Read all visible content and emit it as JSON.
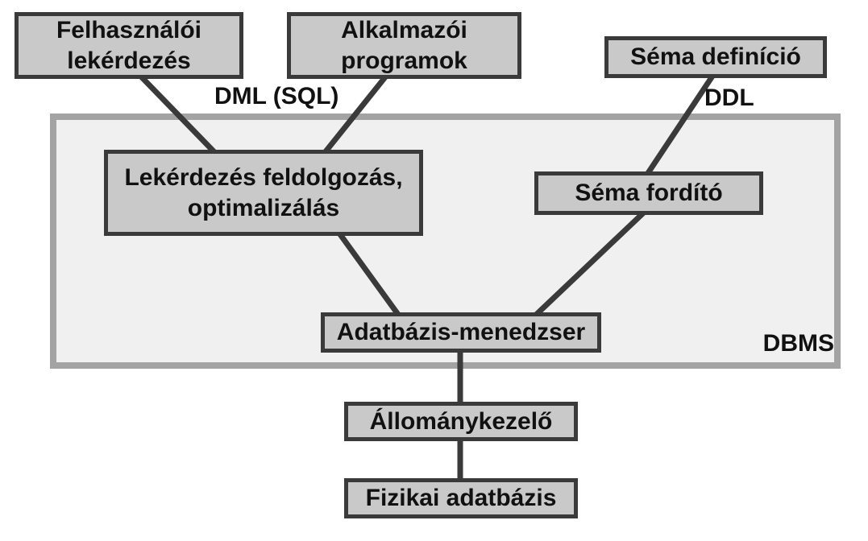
{
  "diagram": {
    "container": {
      "label": "DBMS"
    },
    "nodes": {
      "user_query": {
        "label": "Felhasználói lekérdezés"
      },
      "app_programs": {
        "label": "Alkalmazói programok"
      },
      "schema_definition": {
        "label": "Séma definíció"
      },
      "query_processing": {
        "label": "Lekérdezés feldolgozás, optimalizálás"
      },
      "schema_compiler": {
        "label": "Séma fordító"
      },
      "db_manager": {
        "label": "Adatbázis-menedzser"
      },
      "file_manager": {
        "label": "Állománykezelő"
      },
      "physical_db": {
        "label": "Fizikai adatbázis"
      }
    },
    "edge_labels": {
      "dml": "DML (SQL)",
      "ddl": "DDL"
    },
    "colors": {
      "node_fill": "#c9c9c9",
      "node_border": "#3a3a3a",
      "container_fill": "#f0f0f0",
      "container_border": "#a3a3a3",
      "connector": "#3a3a3a",
      "text": "#111111",
      "background": "#ffffff"
    }
  }
}
